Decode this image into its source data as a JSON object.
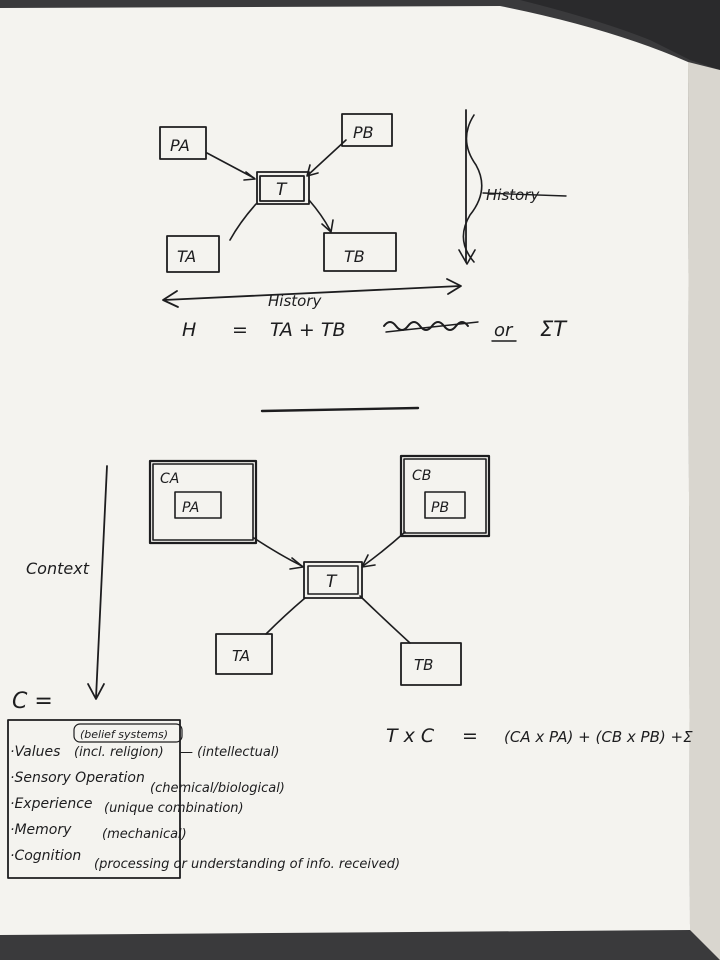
{
  "top_diagram": {
    "nodes": {
      "pa": "PA",
      "pb": "PB",
      "t": "T",
      "ta": "TA",
      "tb": "TB"
    },
    "history_horizontal": "History",
    "history_vertical": "History",
    "equation_lhs": "H",
    "equation_eq": "=",
    "equation_rhs": "TA + TB",
    "equation_or": "or",
    "equation_sum": "ΣT"
  },
  "bottom_diagram": {
    "nodes": {
      "ca": "CA",
      "pa": "PA",
      "cb": "CB",
      "pb": "PB",
      "t": "T",
      "ta": "TA",
      "tb": "TB"
    },
    "context_label": "Context",
    "c_label": "C ="
  },
  "context_list": {
    "belief_note": "(belief systems)",
    "items": [
      {
        "label": "·Values",
        "note": "(incl. religion)",
        "extra": "— (intellectual)"
      },
      {
        "label": "·Sensory Operation",
        "note": "(chemical/biological)"
      },
      {
        "label": "·Experience",
        "note": "(unique combination)"
      },
      {
        "label": "·Memory",
        "note": "(mechanical)"
      },
      {
        "label": "·Cognition",
        "note": "(processing or understanding of info. received)"
      }
    ]
  },
  "formula": {
    "lhs": "T x C",
    "eq": "=",
    "rhs": "(CA x PA) + (CB x PB) +Σ"
  }
}
